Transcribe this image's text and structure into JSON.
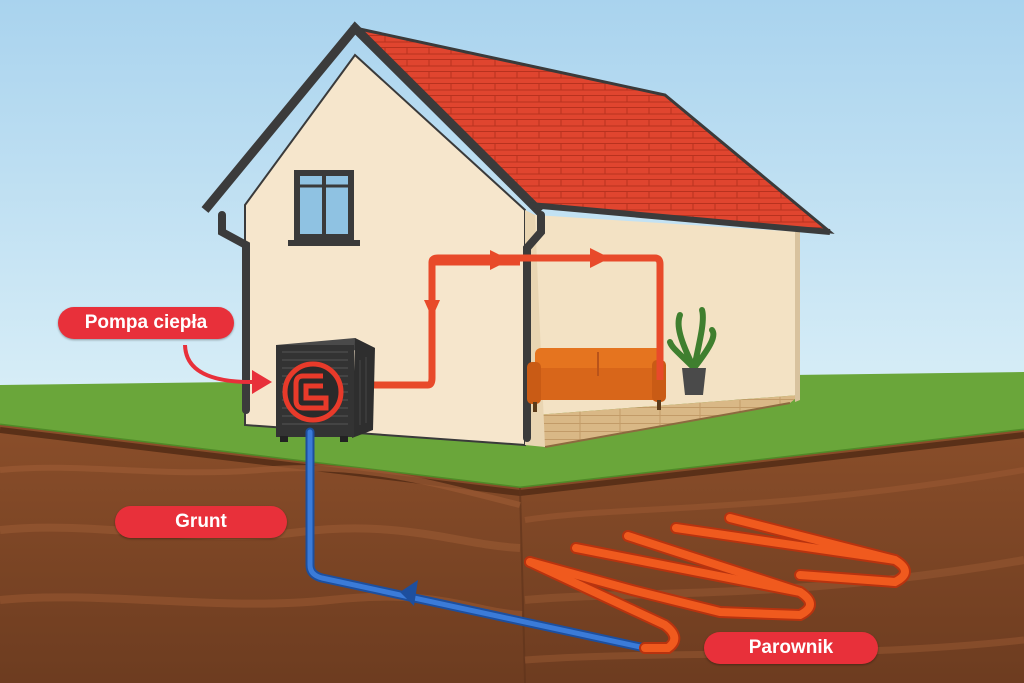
{
  "labels": {
    "heat_pump": "Pompa ciepła",
    "ground": "Grunt",
    "evaporator": "Parownik"
  },
  "colors": {
    "sky": "#bfe0f2",
    "grass": "#6aa63a",
    "soil": "#7a4526",
    "roof": "#e0452f",
    "wall": "#f6e6cc",
    "hot_flow": "#e84a2a",
    "cold_flow": "#3b7bd8",
    "label_bg": "#e8303a",
    "collector": "#f05a1e"
  },
  "icons": [
    "heat-pump-unit-icon",
    "sofa-icon",
    "potted-plant-icon",
    "window-icon",
    "flow-arrow-icon",
    "downpipe-icon"
  ]
}
